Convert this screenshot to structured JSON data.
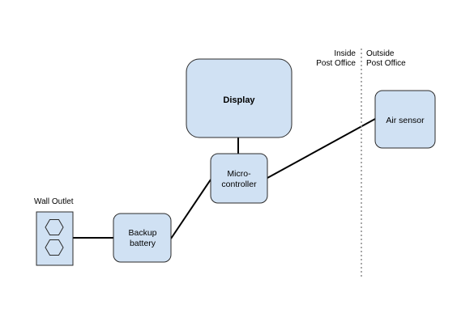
{
  "colors": {
    "node_fill": "#d0e1f3",
    "node_stroke": "#2b2b2b",
    "edge": "#000000",
    "divider": "#8c8c8c",
    "outlet_fill": "#d0e1f3"
  },
  "nodes": {
    "display": {
      "label": "Display"
    },
    "microcontroller": {
      "line1": "Micro-",
      "line2": "controller"
    },
    "air_sensor": {
      "label": "Air sensor"
    },
    "backup_battery": {
      "line1": "Backup",
      "line2": "battery"
    },
    "wall_outlet": {
      "label": "Wall Outlet",
      "icon": "wall-outlet-icon"
    }
  },
  "divider": {
    "inside": {
      "line1": "Inside",
      "line2": "Post Office"
    },
    "outside": {
      "line1": "Outside",
      "line2": "Post Office"
    }
  }
}
